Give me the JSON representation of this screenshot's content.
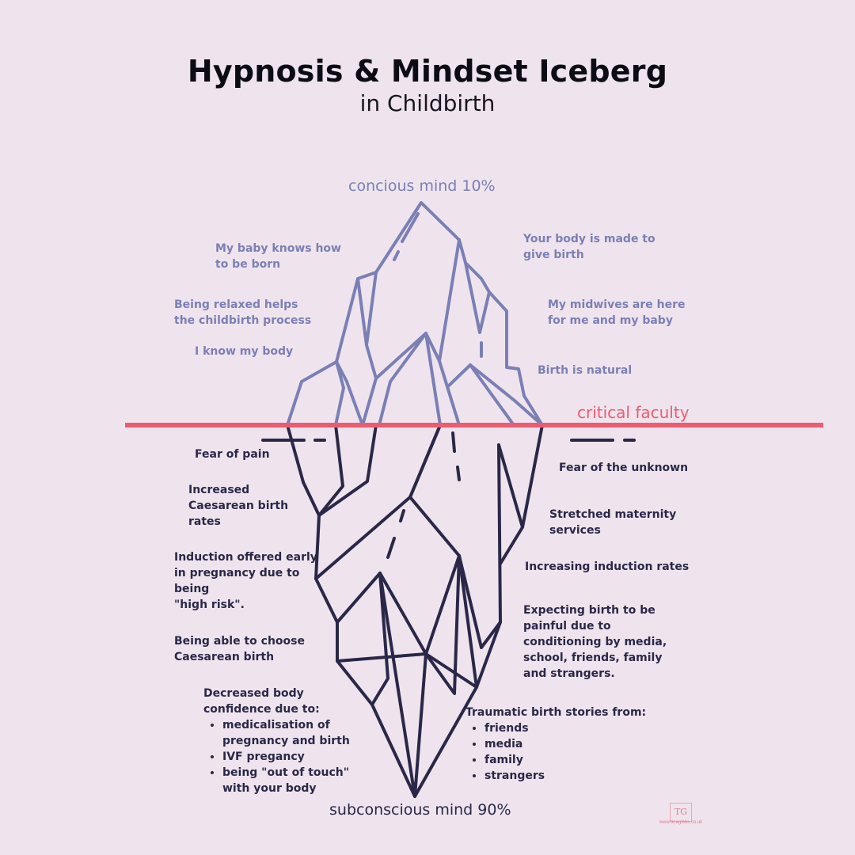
{
  "title": "Hypnosis & Mindset Iceberg",
  "subtitle": "in Childbirth",
  "conscious_label": "concious mind 10%",
  "subconscious_label": "subconscious mind 90%",
  "critical_label": "critical faculty",
  "colors": {
    "background": "#efe4ee",
    "above": "#7a80b4",
    "below": "#2a2848",
    "critical": "#ee5b6f"
  },
  "above_items": {
    "baby_knows": [
      "My baby knows how",
      "to be born"
    ],
    "relaxed": [
      "Being relaxed helps",
      "the childbirth process"
    ],
    "know_body": [
      "I know my body"
    ],
    "body_made": [
      "Your body is made to",
      "give birth"
    ],
    "midwives": [
      "My midwives are here",
      "for me and my baby"
    ],
    "natural": [
      "Birth is natural"
    ]
  },
  "below_items": {
    "fear_pain": [
      "Fear of pain"
    ],
    "caesarean_rates": [
      "Increased",
      "Caesarean birth",
      "rates"
    ],
    "induction_early": [
      "Induction offered early",
      "in pregnancy due to",
      "being",
      "\"high risk\"."
    ],
    "choose_caesarean": [
      "Being able to choose",
      "Caesarean birth"
    ],
    "confidence_head": [
      "Decreased body",
      "confidence due to:"
    ],
    "confidence_bullets": [
      "medicalisation of pregnancy and birth",
      "IVF pregancy",
      "being \"out of touch\" with your body"
    ],
    "fear_unknown": [
      "Fear of the unknown"
    ],
    "stretched": [
      "Stretched maternity",
      "services"
    ],
    "induction_rates": [
      "Increasing induction rates"
    ],
    "expecting_painful": [
      "Expecting birth to be",
      "painful due to",
      "conditioning by media,",
      "school, friends, family",
      "and strangers."
    ],
    "traumatic_head": [
      "Traumatic birth  stories from:"
    ],
    "traumatic_bullets": [
      "friends",
      "media",
      "family",
      "strangers"
    ]
  },
  "logo_text": "TG",
  "website": "www.tinagibbs.co.uk"
}
